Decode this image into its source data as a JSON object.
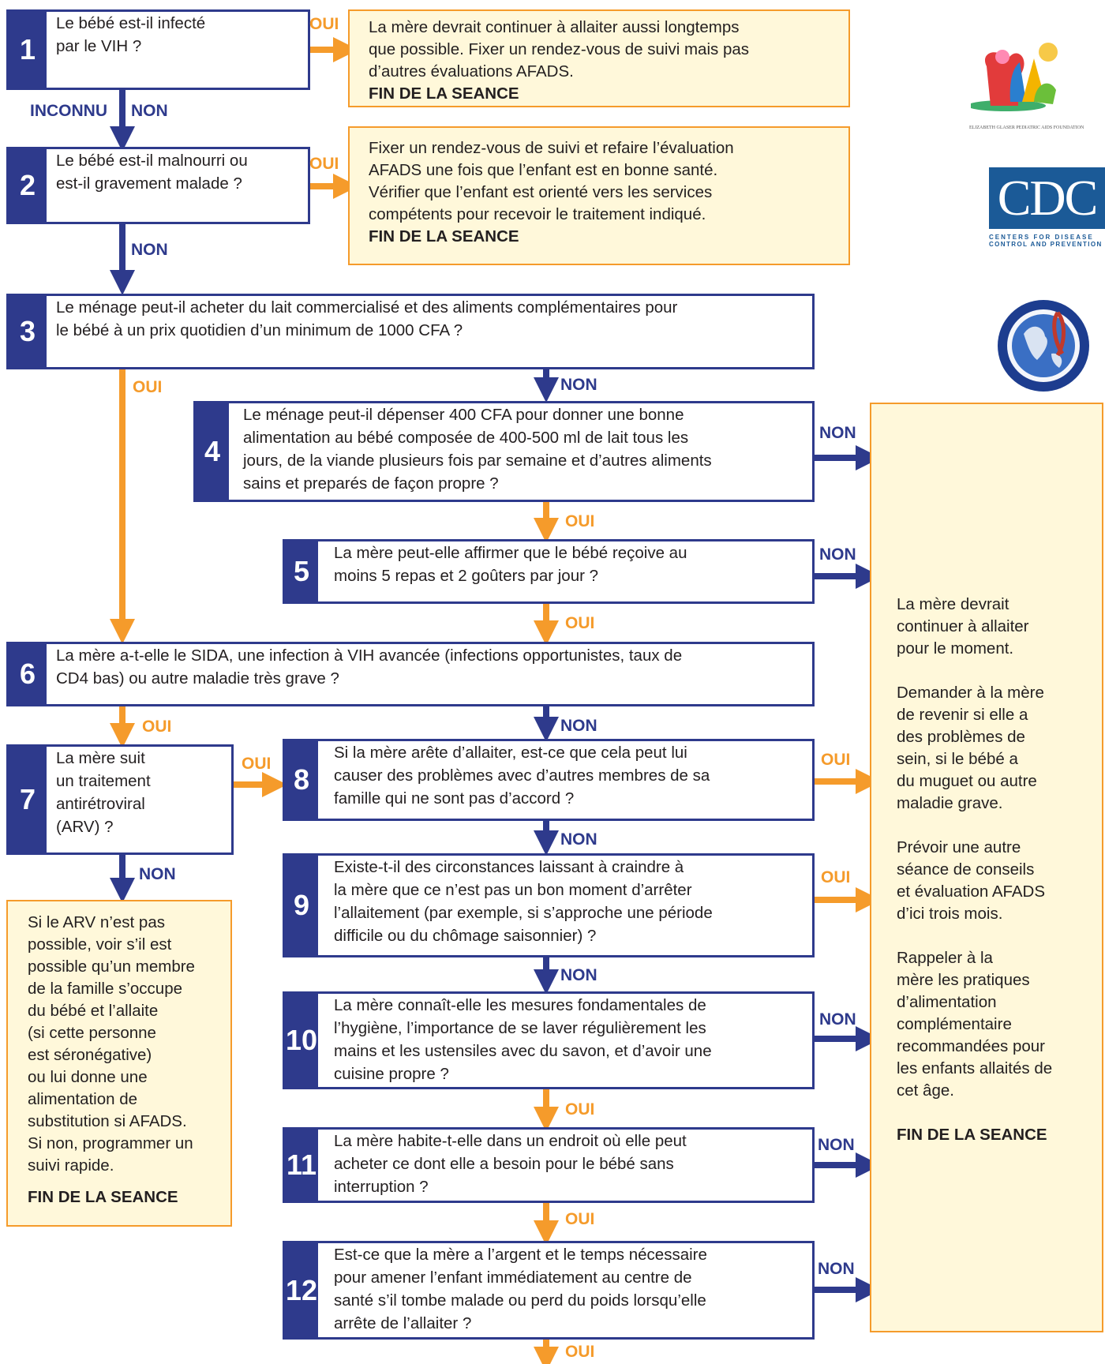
{
  "questions": {
    "q1": {
      "num": "1",
      "text": "Le bébé est-il infecté\npar le VIH ?"
    },
    "q2": {
      "num": "2",
      "text": "Le bébé est-il malnourri ou\nest-il gravement malade ?"
    },
    "q3": {
      "num": "3",
      "text": "Le ménage peut-il acheter du lait commercialisé et des aliments complémentaires pour\nle bébé à un prix quotidien d’un minimum de 1000 CFA ?"
    },
    "q4": {
      "num": "4",
      "text": "Le ménage peut-il dépenser 400 CFA pour donner une bonne\nalimentation au bébé composée de 400-500 ml de lait tous les\njours, de la viande plusieurs fois par semaine et d’autres aliments\nsains et preparés de façon propre ?"
    },
    "q5": {
      "num": "5",
      "text": "La mère peut-elle affirmer que le bébé reçoive au\nmoins 5 repas et 2 goûters par jour ?"
    },
    "q6": {
      "num": "6",
      "text": "La mère a-t-elle le SIDA, une infection à VIH avancée (infections opportunistes, taux de\nCD4 bas) ou autre maladie très grave ?"
    },
    "q7": {
      "num": "7",
      "text": "La mère suit\nun traitement\nantirétroviral\n(ARV) ?"
    },
    "q8": {
      "num": "8",
      "text": "Si la mère arête d’allaiter, est-ce que cela peut lui\ncauser des problèmes avec d’autres membres de sa\nfamille qui ne sont pas d’accord ?"
    },
    "q9": {
      "num": "9",
      "text": "Existe-t-il des circonstances laissant à craindre à\nla mère que ce n’est pas un bon moment d’arrêter\nl’allaitement (par exemple, si s’approche une période\ndifficile ou du chômage saisonnier) ?"
    },
    "q10": {
      "num": "10",
      "text": "La mère connaît-elle les mesures fondamentales de\nl’hygiène, l’importance de se laver régulièrement les\nmains et les ustensiles avec du savon, et d’avoir une\ncuisine propre ?"
    },
    "q11": {
      "num": "11",
      "text": "La mère habite-t-elle dans un endroit où elle peut\nacheter ce dont elle a besoin pour le bébé sans\ninterruption ?"
    },
    "q12": {
      "num": "12",
      "text": "Est-ce que la mère a l’argent et le temps nécessaire\npour amener l’enfant immédiatement au centre de\nsanté s’il tombe malade ou perd du poids lorsqu’elle\narrête de l’allaiter ?"
    }
  },
  "answers": {
    "a1": {
      "text": "La mère devrait continuer à allaiter aussi longtemps\nque possible. Fixer un rendez-vous de suivi mais pas\nd’autres évaluations AFADS.",
      "end": "FIN DE LA SEANCE"
    },
    "a2": {
      "text": "Fixer un rendez-vous de suivi et refaire l’évaluation\nAFADS une fois que l’enfant est en bonne santé.\nVérifier que l’enfant est orienté vers les services\ncompétents pour recevoir le traitement indiqué.",
      "end": "FIN DE LA SEANCE"
    },
    "a7": {
      "text": "Si le ARV n’est pas\npossible, voir s’il est\npossible qu’un membre\nde la famille s’occupe\ndu bébé et l’allaite\n(si cette personne\nest séronégative)\nou lui donne une\nalimentation de\nsubstitution si AFADS.\nSi non, programmer un\nsuivi rapide.",
      "end": "FIN DE LA SEANCE"
    },
    "right": {
      "p1": "La mère devrait\ncontinuer à allaiter\npour le moment.",
      "p2": "Demander à la mère\nde revenir si elle a\ndes problèmes de\nsein, si le bébé a\ndu muguet ou autre\nmaladie grave.",
      "p3": "Prévoir une autre\nséance de conseils\net évaluation AFADS\nd’ici trois mois.",
      "p4": "Rappeler à la\nmère les pratiques\nd’alimentation\ncomplémentaire\nrecommandées pour\nles enfants allaités de\ncet âge.",
      "end": "FIN DE LA SEANCE"
    }
  },
  "labels": {
    "oui": "OUI",
    "non": "NON",
    "inconnu": "INCONNU"
  },
  "logos": {
    "egpaf": "ELIZABETH GLASER PEDIATRIC AIDS FOUNDATION",
    "cdc": "CDC",
    "cdc_sub1": "CENTERS FOR DISEASE",
    "cdc_sub2": "CONTROL AND PREVENTION"
  },
  "colors": {
    "blue": "#2e3a8c",
    "orange": "#f59b2b",
    "answer_bg": "#fff8da"
  }
}
